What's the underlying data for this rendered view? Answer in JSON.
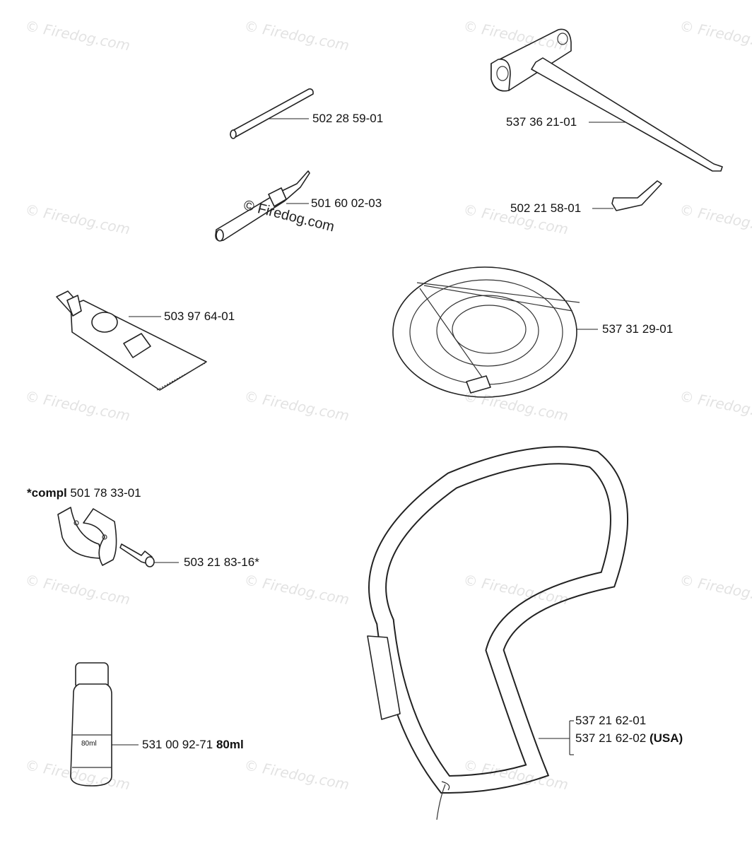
{
  "watermark": {
    "text": "© Firedog.com"
  },
  "parts": {
    "p1": {
      "number": "502 28 59-01"
    },
    "p2": {
      "number": "501 60 02-03"
    },
    "p3": {
      "number": "537 36 21-01"
    },
    "p4": {
      "number": "502 21 58-01"
    },
    "p5": {
      "number": "503 97 64-01"
    },
    "p6": {
      "number": "537 31 29-01"
    },
    "p7": {
      "prefix": "*compl",
      "number": "501 78 33-01"
    },
    "p8": {
      "number": "503 21 83-16*"
    },
    "p9": {
      "number": "531 00 92-71",
      "suffix": "80ml",
      "bottle_text": "80ml"
    },
    "p10": {
      "number_1": "537 21 62-01",
      "number_2": "537 21 62-02",
      "suffix_2": "(USA)"
    }
  }
}
